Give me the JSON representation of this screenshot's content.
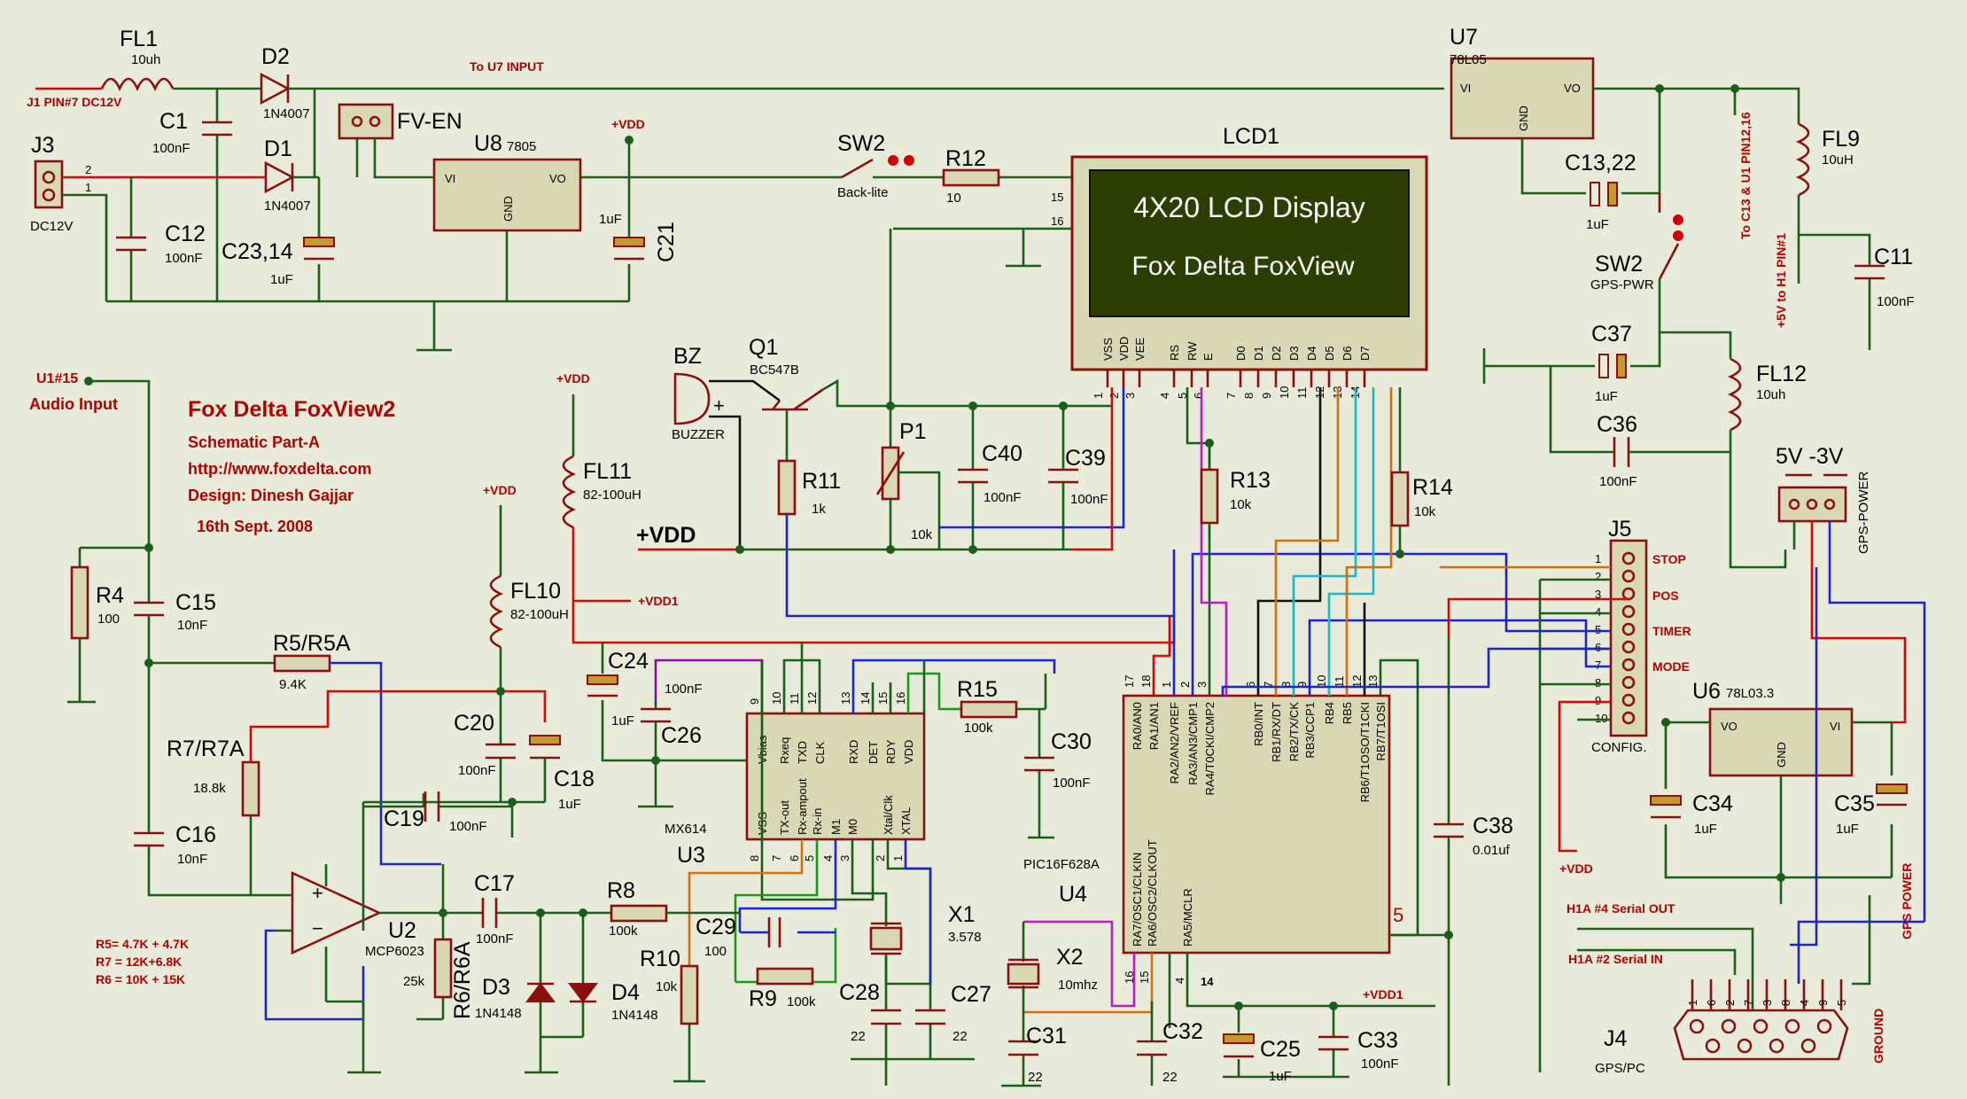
{
  "title": {
    "name": "Fox Delta FoxView2",
    "part": "Schematic Part-A",
    "url": "http://www.foxdelta.com",
    "designer": "Design: Dinesh Gajjar",
    "date": "16th Sept. 2008"
  },
  "lcd": {
    "ref": "LCD1",
    "line1": "4X20 LCD Display",
    "line2": "Fox Delta FoxView",
    "pins": [
      "VSS",
      "VDD",
      "VEE",
      "RS",
      "RW",
      "E",
      "D0",
      "D1",
      "D2",
      "D3",
      "D4",
      "D5",
      "D6",
      "D7"
    ],
    "pin_numbers": [
      "1",
      "2",
      "3",
      "4",
      "5",
      "6",
      "7",
      "8",
      "9",
      "10",
      "11",
      "12",
      "13",
      "14"
    ],
    "pin15": "15",
    "pin16": "16"
  },
  "net_labels": {
    "j1": "J1 PIN#7  DC12V",
    "to_u7": "To U7 INPUT",
    "vdd_u8": "+VDD",
    "vdd_fl11": "+VDD",
    "vdd_fl10": "+VDD",
    "vdd_bus": "+VDD",
    "vdd1_fl11": "+VDD1",
    "vdd1_u4": "+VDD1",
    "vdd_j5": "+VDD",
    "audio_pin": "U1#15",
    "audio_in": "Audio Input",
    "to_c13": "To C13 & U1 PIN12,16",
    "to_h1": "+5V to H1 PIN#1",
    "serial_out": "H1A #4  Serial OUT",
    "serial_in": "H1A #2  Serial IN",
    "gps_power": "GPS POWER",
    "ground": "GROUND",
    "gps_rail": "5V  -3V"
  },
  "notes": {
    "n1": "R5= 4.7K + 4.7K",
    "n2": "R7 = 12K+6.8K",
    "n3": "R6 = 10K + 15K"
  },
  "components": {
    "fl1": {
      "ref": "FL1",
      "value": "10uh"
    },
    "d2": {
      "ref": "D2",
      "value": "1N4007"
    },
    "d1": {
      "ref": "D1",
      "value": "1N4007"
    },
    "c1": {
      "ref": "C1",
      "value": "100nF"
    },
    "j3": {
      "ref": "J3",
      "value": "DC12V"
    },
    "c12": {
      "ref": "C12",
      "value": "100nF"
    },
    "c23": {
      "ref": "C23,14",
      "value": "1uF"
    },
    "fven": {
      "ref": "FV-EN"
    },
    "u8": {
      "ref": "U8",
      "value": "7805",
      "vi": "VI",
      "vo": "VO",
      "gnd": "GND"
    },
    "c21": {
      "ref": "C21",
      "value": "1uF"
    },
    "sw2a": {
      "ref": "SW2",
      "value": "Back-lite"
    },
    "r12": {
      "ref": "R12",
      "value": "10"
    },
    "u7": {
      "ref": "U7",
      "value": "78L05",
      "vi": "VI",
      "vo": "VO",
      "gnd": "GND"
    },
    "c13": {
      "ref": "C13,22",
      "value": "1uF"
    },
    "fl9": {
      "ref": "FL9",
      "value": "10uH"
    },
    "c11": {
      "ref": "C11",
      "value": "100nF"
    },
    "sw2b": {
      "ref": "SW2",
      "value": "GPS-PWR"
    },
    "c37": {
      "ref": "C37",
      "value": "1uF"
    },
    "fl12": {
      "ref": "FL12",
      "value": "10uh"
    },
    "c36": {
      "ref": "C36",
      "value": "100nF"
    },
    "gpsp": {
      "label": "GPS-POWER"
    },
    "bz": {
      "ref": "BZ",
      "value": "BUZZER"
    },
    "q1": {
      "ref": "Q1",
      "value": "BC547B"
    },
    "r11": {
      "ref": "R11",
      "value": "1k"
    },
    "p1": {
      "ref": "P1",
      "value": "10k"
    },
    "c40": {
      "ref": "C40",
      "value": "100nF"
    },
    "c39": {
      "ref": "C39",
      "value": "100nF"
    },
    "r13": {
      "ref": "R13",
      "value": "10k"
    },
    "r14": {
      "ref": "R14",
      "value": "10k"
    },
    "fl11": {
      "ref": "FL11",
      "value": "82-100uH"
    },
    "fl10": {
      "ref": "FL10",
      "value": "82-100uH"
    },
    "r4": {
      "ref": "R4",
      "value": "100"
    },
    "c15": {
      "ref": "C15",
      "value": "10nF"
    },
    "r5": {
      "ref": "R5/R5A",
      "value": "9.4K"
    },
    "r7": {
      "ref": "R7/R7A",
      "value": "18.8k"
    },
    "c16": {
      "ref": "C16",
      "value": "10nF"
    },
    "c20": {
      "ref": "C20",
      "value": "100nF"
    },
    "c18": {
      "ref": "C18",
      "value": "1uF"
    },
    "c19": {
      "ref": "C19",
      "value": "100nF"
    },
    "c24": {
      "ref": "C24",
      "value": "1uF"
    },
    "c26": {
      "ref": "C26",
      "value": "100nF"
    },
    "u2": {
      "ref": "U2",
      "value": "MCP6023"
    },
    "r6": {
      "ref": "R6/R6A",
      "value": "25k"
    },
    "c17": {
      "ref": "C17",
      "value": "100nF"
    },
    "d3": {
      "ref": "D3",
      "value": "1N4148"
    },
    "d4": {
      "ref": "D4",
      "value": "1N4148"
    },
    "r8": {
      "ref": "R8",
      "value": "100k"
    },
    "r10": {
      "ref": "R10",
      "value": "10k"
    },
    "u3": {
      "ref": "U3",
      "value": "MX614",
      "top": [
        "Vbias",
        "Rxeq",
        "TXD",
        "CLK",
        "RXD",
        "DET",
        "RDY",
        "VDD"
      ],
      "bottom": [
        "VSS",
        "TX-out",
        "Rx-ampout",
        "Rx-in",
        "M1",
        "M0",
        "Xtal/Clk",
        "XTAL"
      ]
    },
    "c29": {
      "ref": "C29",
      "value": "100"
    },
    "r9": {
      "ref": "R9",
      "value": "100k"
    },
    "c28": {
      "ref": "C28",
      "value": "22"
    },
    "x1": {
      "ref": "X1",
      "value": "3.578"
    },
    "c27": {
      "ref": "C27",
      "value": "22"
    },
    "r15": {
      "ref": "R15",
      "value": "100k"
    },
    "c30": {
      "ref": "C30",
      "value": "100nF"
    },
    "u4": {
      "ref": "U4",
      "value": "PIC16F628A",
      "pin5": "5",
      "pin14": "14",
      "top": [
        "RA0/AN0",
        "RA1/AN1",
        "RA2/AN2/VREF",
        "RA3/AN3/CMP1",
        "RA4/T0CKI/CMP2",
        "RB0/INT",
        "RB1/RX/DT",
        "RB2/TX/CK",
        "RB3/CCP1",
        "RB4",
        "RB5",
        "RB6/T1OSO/T1CKI",
        "RB7/T1OSI"
      ],
      "bottom": [
        "RA7/OSC1/CLKIN",
        "RA6/OSC2/CLKOUT",
        "RA5/MCLR"
      ]
    },
    "x2": {
      "ref": "X2",
      "value": "10mhz"
    },
    "c31": {
      "ref": "C31",
      "value": "22"
    },
    "c32": {
      "ref": "C32",
      "value": "22"
    },
    "c25": {
      "ref": "C25",
      "value": "1uF"
    },
    "c33": {
      "ref": "C33",
      "value": "100nF"
    },
    "c38": {
      "ref": "C38",
      "value": "0.01uf"
    },
    "j5": {
      "ref": "J5",
      "value": "CONFIG.",
      "labels": {
        "stop": "STOP",
        "pos": "POS",
        "timer": "TIMER",
        "mode": "MODE"
      }
    },
    "u6": {
      "ref": "U6",
      "value": "78L03.3",
      "vi": "VI",
      "vo": "VO",
      "gnd": "GND"
    },
    "c34": {
      "ref": "C34",
      "value": "1uF"
    },
    "c35": {
      "ref": "C35",
      "value": "1uF"
    },
    "j4": {
      "ref": "J4",
      "value": "GPS/PC"
    }
  },
  "colors": {
    "background": "#e8ebd9",
    "wire": "#1a5e1a",
    "component": "#8b0f0f",
    "lcd_screen": "#2c3f00",
    "title_text": "#b00000"
  }
}
